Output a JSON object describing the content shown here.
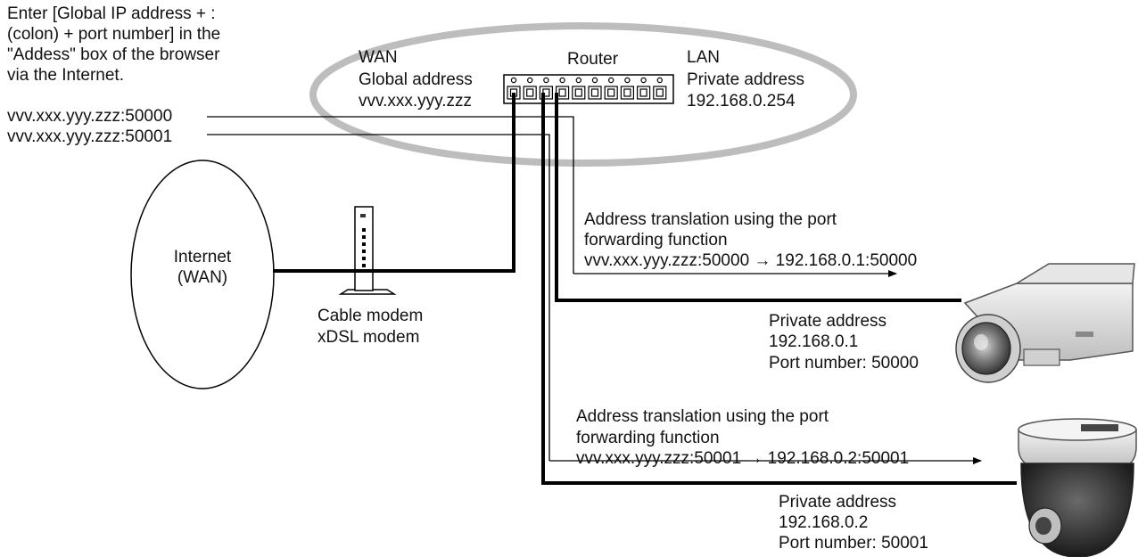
{
  "instruction": {
    "lines": [
      "Enter [Global IP address + :",
      "(colon) + port number] in the",
      "\"Addess\" box of the browser",
      "via the Internet."
    ],
    "url_port_a": "vvv.xxx.yyy.zzz:50000",
    "url_port_b": "vvv.xxx.yyy.zzz:50001"
  },
  "router": {
    "label": "Router",
    "wan": {
      "label": "WAN",
      "address_label": "Global address",
      "address": "vvv.xxx.yyy.zzz"
    },
    "lan": {
      "label": "LAN",
      "address_label": "Private address",
      "address": "192.168.0.254"
    }
  },
  "internet": {
    "line1": "Internet",
    "line2": "(WAN)"
  },
  "modem": {
    "line1": "Cable modem",
    "line2": "xDSL modem"
  },
  "translation_a": {
    "line1": "Address translation using the port",
    "line2": "forwarding function",
    "line3": "vvv.xxx.yyy.zzz:50000 → 192.168.0.1:50000"
  },
  "translation_b": {
    "line1": "Address translation using the port",
    "line2": "forwarding function",
    "line3": "vvv.xxx.yyy.zzz:50001 → 192.168.0.2:50001"
  },
  "camera_a": {
    "address_label": "Private address",
    "address": "192.168.0.1",
    "port": "Port number: 50000"
  },
  "camera_b": {
    "address_label": "Private address",
    "address": "192.168.0.2",
    "port": "Port number: 50001"
  },
  "colors": {
    "ellipse": "#bdbdbd",
    "lines": "#000000",
    "device_gray": "#9a9a9a"
  }
}
